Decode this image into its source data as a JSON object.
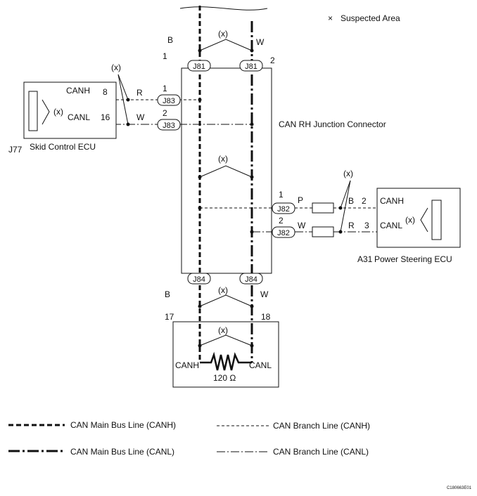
{
  "legend_note": "Suspected Area",
  "legend_note_symbol": "×",
  "suspect_marker": "(x)",
  "junction": {
    "label": "CAN RH Junction Connector",
    "j81": "J81",
    "j82": "J82",
    "j83": "J83",
    "j84": "J84"
  },
  "wire_colors": {
    "black": "B",
    "white": "W",
    "red": "R",
    "pink": "P"
  },
  "pins": {
    "j81_h": "1",
    "j81_l": "2",
    "j83_h": "1",
    "j83_l": "2",
    "j82_h": "1",
    "j82_l": "2",
    "skid_h": "8",
    "skid_l": "16",
    "ps_h": "2",
    "ps_l": "3",
    "term_h": "17",
    "term_l": "18"
  },
  "skid_ecu": {
    "id": "J77",
    "name": "Skid Control ECU",
    "canh": "CANH",
    "canl": "CANL"
  },
  "ps_ecu": {
    "id": "A31",
    "name": "Power Steering ECU",
    "canh": "CANH",
    "canl": "CANL"
  },
  "terminator": {
    "canh": "CANH",
    "canl": "CANL",
    "resistance": "120 Ω"
  },
  "legend": {
    "main_canh": "CAN Main Bus Line (CANH)",
    "main_canl": "CAN Main Bus Line (CANL)",
    "branch_canh": "CAN Branch Line (CANH)",
    "branch_canl": "CAN Branch Line (CANL)"
  },
  "figure_code": "C180663E01"
}
